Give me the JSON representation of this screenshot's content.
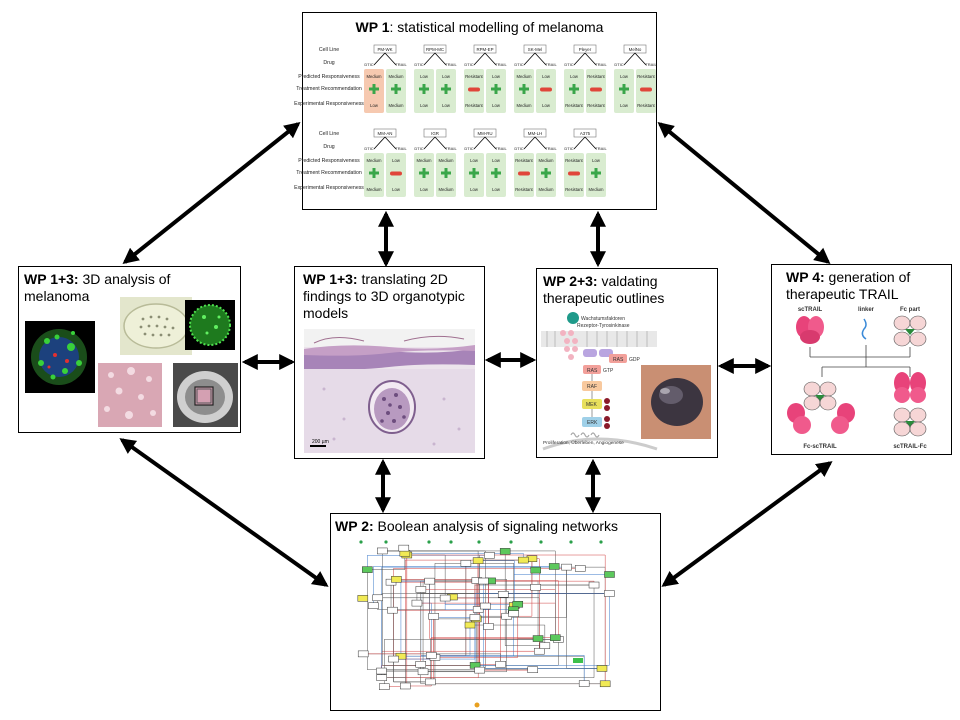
{
  "wp1": {
    "bold": "WP 1",
    "rest": ": statistical modelling of melanoma",
    "row_labels": [
      "Cell Line",
      "Drug",
      "Predicted Responsiveness",
      "Treatment Recommendation",
      "Experimental Responsiveness"
    ],
    "drugs": [
      "DTIC",
      "TRAIL"
    ],
    "table1": [
      {
        "cell": "PM-WK",
        "pred": [
          "Medium",
          "Medium"
        ],
        "rec": [
          "+",
          "+"
        ],
        "exp": [
          "Low",
          "Medium"
        ]
      },
      {
        "cell": "RPM-MC",
        "pred": [
          "Low",
          "Low"
        ],
        "rec": [
          "+",
          "+"
        ],
        "exp": [
          "Low",
          "Low"
        ]
      },
      {
        "cell": "RPM-EP",
        "pred": [
          "Resistant",
          "Low"
        ],
        "rec": [
          "-",
          "+"
        ],
        "exp": [
          "Resistant",
          "Low"
        ]
      },
      {
        "cell": "SK-Mel",
        "pred": [
          "Medium",
          "Low"
        ],
        "rec": [
          "+",
          "-"
        ],
        "exp": [
          "Medium",
          "Low"
        ]
      },
      {
        "cell": "Pleyer",
        "pred": [
          "Low",
          "Resistant"
        ],
        "rec": [
          "+",
          "-"
        ],
        "exp": [
          "Resistant",
          "Resistant"
        ]
      },
      {
        "cell": "MelNo",
        "pred": [
          "Low",
          "Resistant"
        ],
        "rec": [
          "+",
          "-"
        ],
        "exp": [
          "Low",
          "Resistant"
        ]
      }
    ],
    "table2": [
      {
        "cell": "MM-AN",
        "pred": [
          "Medium",
          "Low"
        ],
        "rec": [
          "+",
          "-"
        ],
        "exp": [
          "Medium",
          "Low"
        ]
      },
      {
        "cell": "IGR",
        "pred": [
          "Medium",
          "Medium"
        ],
        "rec": [
          "+",
          "+"
        ],
        "exp": [
          "Low",
          "Medium"
        ]
      },
      {
        "cell": "MM-RU",
        "pred": [
          "Low",
          "Low"
        ],
        "rec": [
          "+",
          "+"
        ],
        "exp": [
          "Low",
          "Low"
        ]
      },
      {
        "cell": "MM-LH",
        "pred": [
          "Resistant",
          "Medium"
        ],
        "rec": [
          "-",
          "+"
        ],
        "exp": [
          "Resistant",
          "Medium"
        ]
      },
      {
        "cell": "A375",
        "pred": [
          "Resistant",
          "Low"
        ],
        "rec": [
          "-",
          "+"
        ],
        "exp": [
          "Resistant",
          "Medium"
        ]
      }
    ]
  },
  "wp13_3d": {
    "bold": "WP 1+3:",
    "rest": " 3D analysis of melanoma"
  },
  "wp13_trans": {
    "bold": "WP 1+3:",
    "rest": " translating 2D findings to 3D organotypic models",
    "scale": "200 µm"
  },
  "wp23": {
    "bold": "WP 2+3:",
    "rest": " valdating therapeutic outlines",
    "pathway": {
      "wachstum": "Wachstumsfaktoren",
      "rezeptor": "Rezeptor-Tyrosinkinase",
      "ras": "RAS",
      "gdp": "GDP",
      "gtp": "GTP",
      "raf": "RAF",
      "mek": "MEK",
      "erk": "ERK",
      "bottom": "Proliferation, Überleben, Angiogenese"
    }
  },
  "wp4": {
    "bold": "WP 4:",
    "rest": " generation of therapeutic TRAIL",
    "labels": {
      "sctrail": "scTRAIL",
      "linker": "linker",
      "fcpart": "Fc part",
      "fcsctrail": "Fc-scTRAIL",
      "sctrailfc": "scTRAIL-Fc"
    }
  },
  "wp2": {
    "bold": "WP 2:",
    "rest": " Boolean analysis of signaling networks"
  },
  "colors": {
    "green_cell": "#d9ecd0",
    "orange_cell": "#f6c9b0",
    "plus": "#3aa64a",
    "minus": "#e0463a"
  }
}
